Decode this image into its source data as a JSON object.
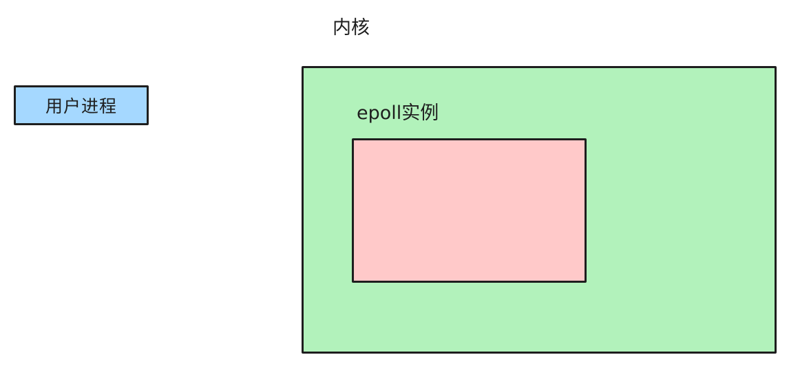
{
  "diagram": {
    "kernel": {
      "label": "内核",
      "fill_color": "#b2f2bb"
    },
    "user_process": {
      "label": "用户进程",
      "fill_color": "#a5d8ff"
    },
    "epoll_instance": {
      "label": "epoll实例",
      "fill_color": "#ffc9c9"
    },
    "stroke_color": "#1e1e1e"
  }
}
